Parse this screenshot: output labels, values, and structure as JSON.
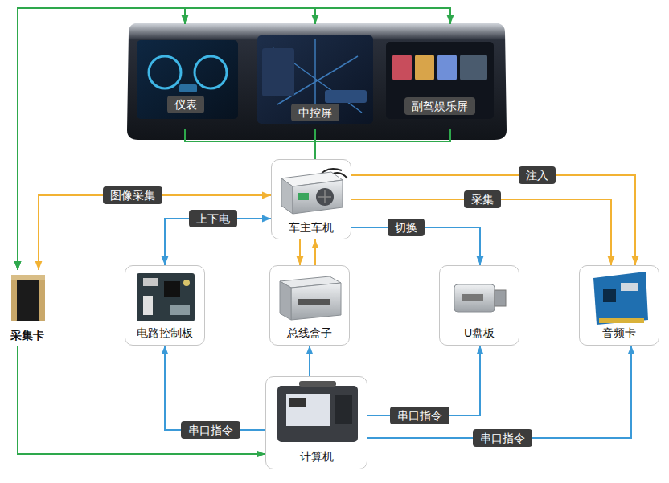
{
  "diagram": {
    "nodes": [
      {
        "text": [
          "仪表"
        ]
      },
      {
        "text": [
          "中控屏"
        ]
      },
      {
        "text": [
          "副驾娱乐屏"
        ]
      },
      {
        "text": [
          "车主车机"
        ]
      },
      {
        "text": [
          "采集卡"
        ]
      },
      {
        "text": [
          "电路控制板"
        ]
      },
      {
        "text": [
          "总线盒子"
        ]
      },
      {
        "text": [
          "U盘板"
        ]
      },
      {
        "text": [
          "音频卡"
        ]
      },
      {
        "text": [
          "计算机"
        ]
      }
    ],
    "edges": [
      {
        "from": 4,
        "to": 0,
        "arrow": "both"
      },
      {
        "from": 4,
        "to": 1,
        "arrow": "both"
      },
      {
        "from": 4,
        "to": 2,
        "arrow": "both"
      },
      {
        "from": 0,
        "to": 3,
        "arrow": "none"
      },
      {
        "from": 1,
        "to": 3,
        "arrow": "none"
      },
      {
        "from": 2,
        "to": 3,
        "arrow": "none"
      },
      {
        "from": 3,
        "to": 4,
        "label": "图像采集",
        "arrow": "both"
      },
      {
        "from": 3,
        "to": 5,
        "label": "上下电",
        "arrow": "both"
      },
      {
        "from": 3,
        "to": 6,
        "arrow": "to"
      },
      {
        "from": 6,
        "to": 3,
        "arrow": "to"
      },
      {
        "from": 3,
        "to": 7,
        "label": "切换",
        "arrow": "to"
      },
      {
        "from": 3,
        "to": 8,
        "label": "注入",
        "arrow": "to"
      },
      {
        "from": 3,
        "to": 8,
        "label": "采集",
        "arrow": "to"
      },
      {
        "from": 9,
        "to": 5,
        "label": "串口指令",
        "arrow": "to"
      },
      {
        "from": 9,
        "to": 6,
        "arrow": "to"
      },
      {
        "from": 9,
        "to": 7,
        "label": "串口指令",
        "arrow": "to"
      },
      {
        "from": 9,
        "to": 8,
        "label": "串口指令",
        "arrow": "to"
      },
      {
        "from": 4,
        "to": 9,
        "arrow": "to"
      }
    ]
  }
}
